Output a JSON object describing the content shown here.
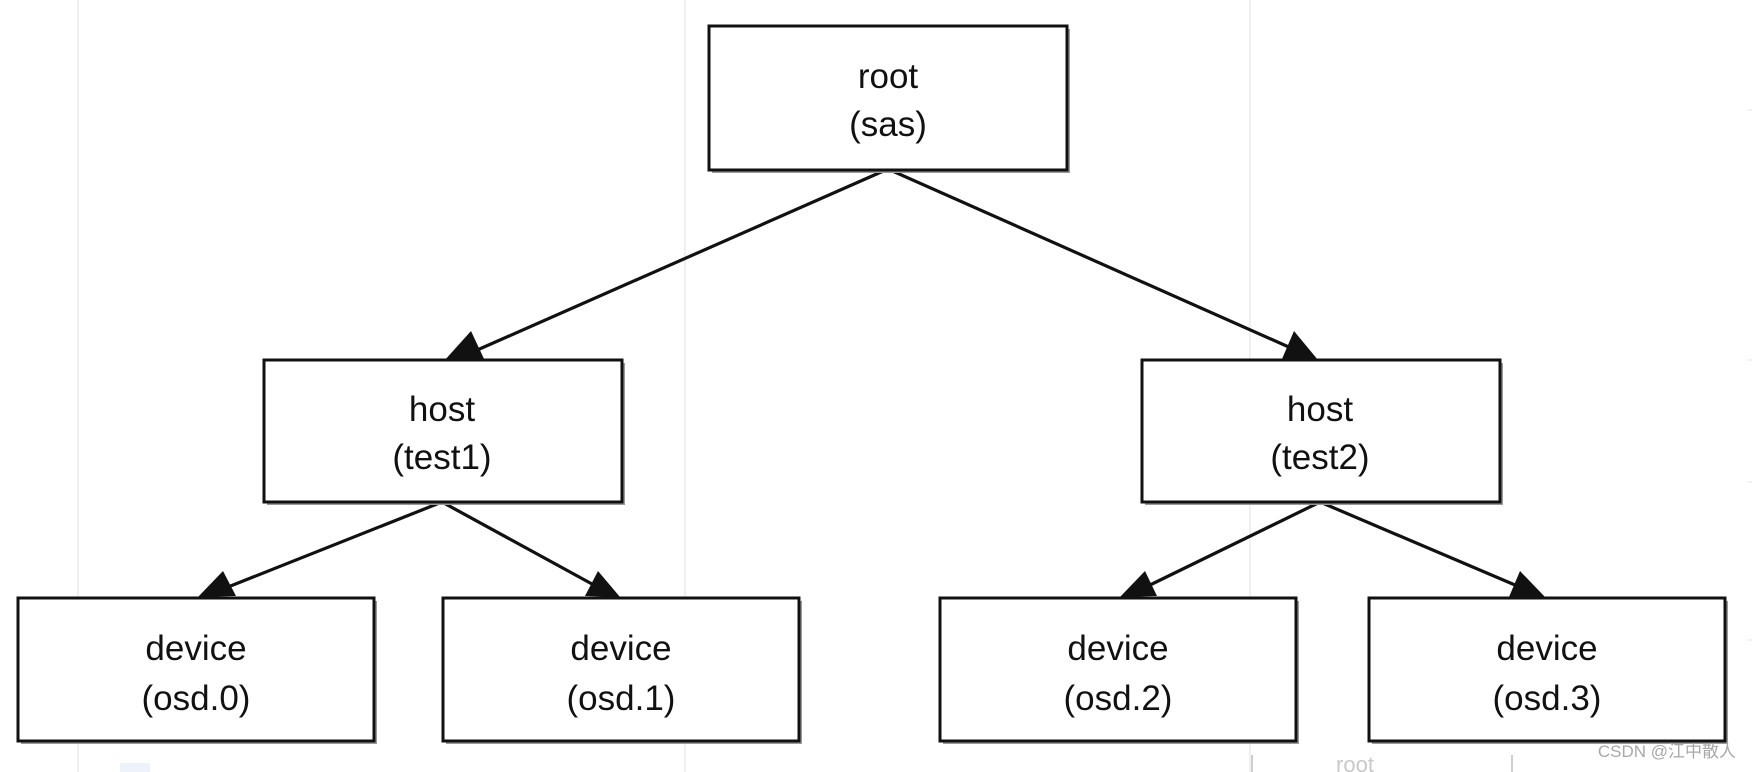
{
  "diagram": {
    "nodes": [
      {
        "id": "root",
        "type": "root",
        "line1": "root",
        "line2": "(sas)"
      },
      {
        "id": "host1",
        "type": "host",
        "line1": "host",
        "line2": "(test1)"
      },
      {
        "id": "host2",
        "type": "host",
        "line1": "host",
        "line2": "(test2)"
      },
      {
        "id": "osd0",
        "type": "device",
        "line1": "device",
        "line2": "(osd.0)"
      },
      {
        "id": "osd1",
        "type": "device",
        "line1": "device",
        "line2": "(osd.1)"
      },
      {
        "id": "osd2",
        "type": "device",
        "line1": "device",
        "line2": "(osd.2)"
      },
      {
        "id": "osd3",
        "type": "device",
        "line1": "device",
        "line2": "(osd.3)"
      }
    ],
    "edges": [
      {
        "from": "root",
        "to": "host1"
      },
      {
        "from": "root",
        "to": "host2"
      },
      {
        "from": "host1",
        "to": "osd0"
      },
      {
        "from": "host1",
        "to": "osd1"
      },
      {
        "from": "host2",
        "to": "osd2"
      },
      {
        "from": "host2",
        "to": "osd3"
      }
    ],
    "colors": {
      "stroke": "#111111",
      "fill": "#ffffff",
      "shadow": "#9a9a9a",
      "watermark": "#a8a8a8"
    }
  },
  "watermark": "CSDN @江中散人",
  "background_fragment": "root"
}
